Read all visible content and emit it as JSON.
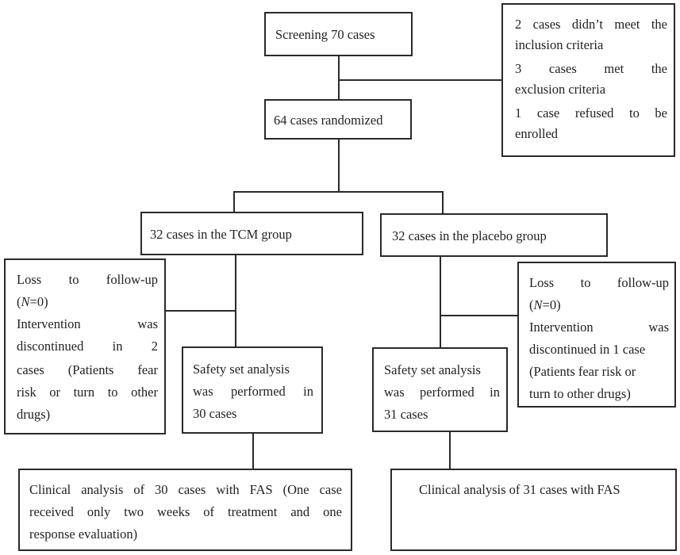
{
  "screening": {
    "text": "Screening 70 cases"
  },
  "exclusions": {
    "items": [
      [
        "2 cases didn’t meet the",
        "inclusion criteria"
      ],
      [
        "3 cases met the",
        "exclusion criteria"
      ],
      [
        "1 case refused to be",
        "enrolled"
      ]
    ]
  },
  "randomized": {
    "text": "64 cases randomized"
  },
  "tcm_group": {
    "label": "32 cases in the TCM group",
    "loss": {
      "l1": "Loss to follow-up",
      "n_open": "(",
      "n_var": "N",
      "n_val": "=0)",
      "l3": "Intervention was",
      "l4": "discontinued in 2",
      "l5": "cases (Patients fear",
      "l6": "risk or turn to other",
      "l7": "drugs)"
    },
    "safety": {
      "l1": "Safety set analysis",
      "l2": "was performed in",
      "l3": "30 cases"
    },
    "clinical": {
      "l1": "Clinical analysis of 30 cases with FAS (One case",
      "l2": "received only two weeks of treatment and one",
      "l3": "response evaluation)"
    }
  },
  "placebo_group": {
    "label": "32 cases in the placebo group",
    "loss": {
      "l1": "Loss to follow-up",
      "n_open": "(",
      "n_var": "N",
      "n_val": "=0)",
      "l3": "Intervention was",
      "l4": "discontinued in 1 case",
      "l5": "(Patients fear risk or",
      "l6": "turn to other drugs)"
    },
    "safety": {
      "l1": "Safety set analysis",
      "l2": "was performed in",
      "l3": "31 cases"
    },
    "clinical": {
      "l1": "Clinical analysis of 31 cases with FAS"
    }
  }
}
